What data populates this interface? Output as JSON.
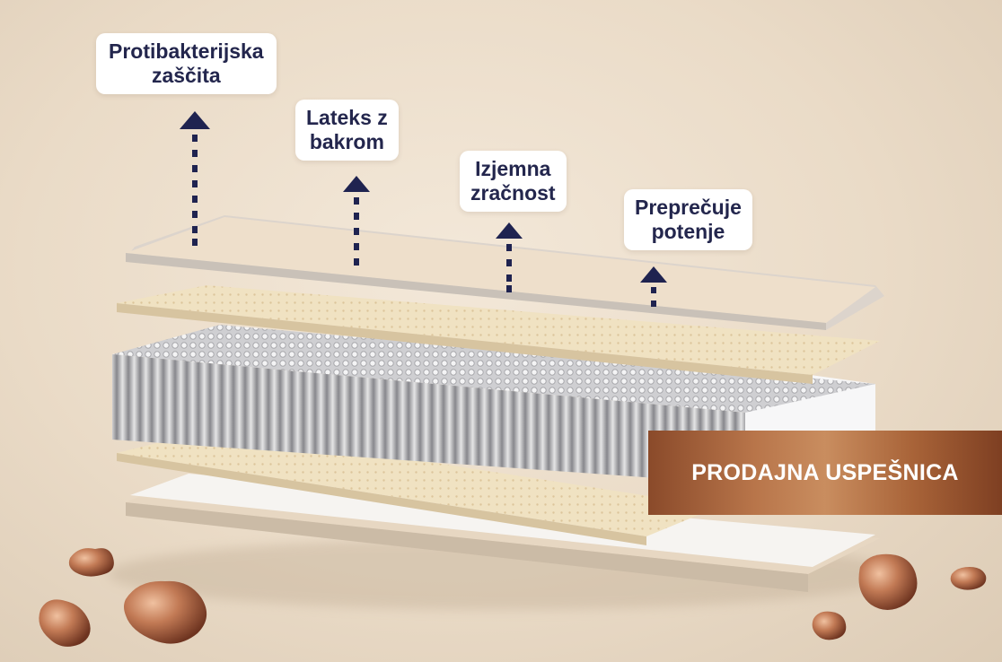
{
  "callouts": [
    {
      "line1": "Protibakterijska",
      "line2": "zaščita"
    },
    {
      "line1": "Lateks z",
      "line2": "bakrom"
    },
    {
      "line1": "Izjemna",
      "line2": "zračnost"
    },
    {
      "line1": "Preprečuje",
      "line2": "potenje"
    }
  ],
  "badge": {
    "label": "PRODAJNA USPEŠNICA"
  },
  "colors": {
    "text_dark_navy": "#23264d",
    "arrow_navy": "#1f2350",
    "background_beige": "#eadbc7",
    "badge_copper": "#b8754a",
    "latex_layer": "#f1e4c6",
    "top_cover": "#ecdcc7"
  }
}
